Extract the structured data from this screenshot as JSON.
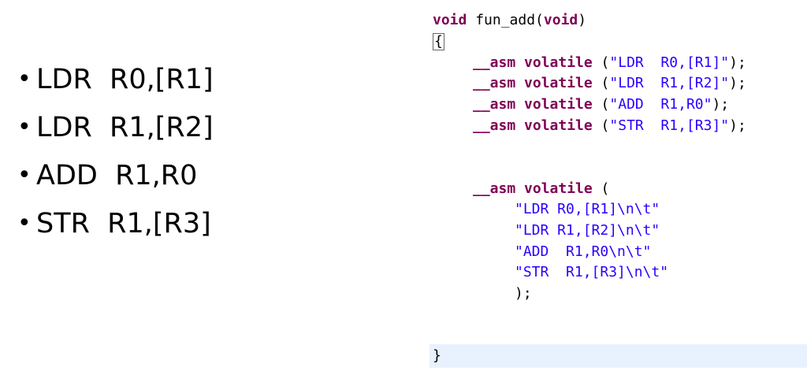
{
  "slide": {
    "bullets": [
      {
        "marker": "•",
        "text": "LDR  R0,[R1]"
      },
      {
        "marker": "•",
        "text": "LDR  R1,[R2]"
      },
      {
        "marker": "•",
        "text": "ADD  R1,R0"
      },
      {
        "marker": "•",
        "text": "STR  R1,[R3]"
      }
    ]
  },
  "code": {
    "signature": {
      "kw_void": "void",
      "name": " fun_add(",
      "kw_param": "void",
      "close": ")"
    },
    "open_brace": "{",
    "single_asm": [
      {
        "kw": "__asm volatile",
        "open": " (",
        "str": "\"LDR  R0,[R1]\"",
        "close": ");"
      },
      {
        "kw": "__asm volatile",
        "open": " (",
        "str": "\"LDR  R1,[R2]\"",
        "close": ");"
      },
      {
        "kw": "__asm volatile",
        "open": " (",
        "str": "\"ADD  R1,R0\"",
        "close": ");"
      },
      {
        "kw": "__asm volatile",
        "open": " (",
        "str": "\"STR  R1,[R3]\"",
        "close": ");"
      }
    ],
    "multi_asm": {
      "kw": "__asm volatile",
      "open": " (",
      "lines": [
        "\"LDR R0,[R1]\\n\\t\"",
        "\"LDR R1,[R2]\\n\\t\"",
        "\"ADD  R1,R0\\n\\t\"",
        "\"STR  R1,[R3]\\n\\t\""
      ],
      "close": ");"
    },
    "close_brace": "}"
  },
  "colors": {
    "keyword": "#7f0055",
    "string": "#2a00ff",
    "current_line": "#e8f2fe"
  }
}
